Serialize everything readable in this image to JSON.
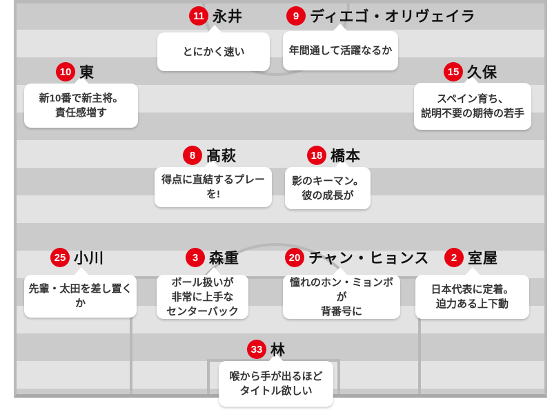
{
  "colors": {
    "badge_red": "#e60012",
    "line_gray": "#b9b9b9",
    "stripe_dark": "#cbcbcb",
    "stripe_light": "#e3e3e3"
  },
  "players": [
    {
      "number": "11",
      "name": "永井",
      "comment": "とにかく速い"
    },
    {
      "number": "9",
      "name": "ディエゴ・オリヴェイラ",
      "comment": "年間通して活躍なるか"
    },
    {
      "number": "10",
      "name": "東",
      "comment": "新10番で新主将。\n責任感増す"
    },
    {
      "number": "15",
      "name": "久保",
      "comment": "スペイン育ち、\n説明不要の期待の若手"
    },
    {
      "number": "8",
      "name": "髙萩",
      "comment": "得点に直結するプレーを!"
    },
    {
      "number": "18",
      "name": "橋本",
      "comment": "影のキーマン。\n彼の成長が"
    },
    {
      "number": "25",
      "name": "小川",
      "comment": "先輩・太田を差し置くか"
    },
    {
      "number": "3",
      "name": "森重",
      "comment": "ボール扱いが\n非常に上手な\nセンターバック"
    },
    {
      "number": "20",
      "name": "チャン・ヒョンス",
      "comment": "憧れのホン・ミョンボが\n背番号に"
    },
    {
      "number": "2",
      "name": "室屋",
      "comment": "日本代表に定着。\n迫力ある上下動"
    },
    {
      "number": "33",
      "name": "林",
      "comment": "喉から手が出るほど\nタイトル欲しい"
    }
  ]
}
